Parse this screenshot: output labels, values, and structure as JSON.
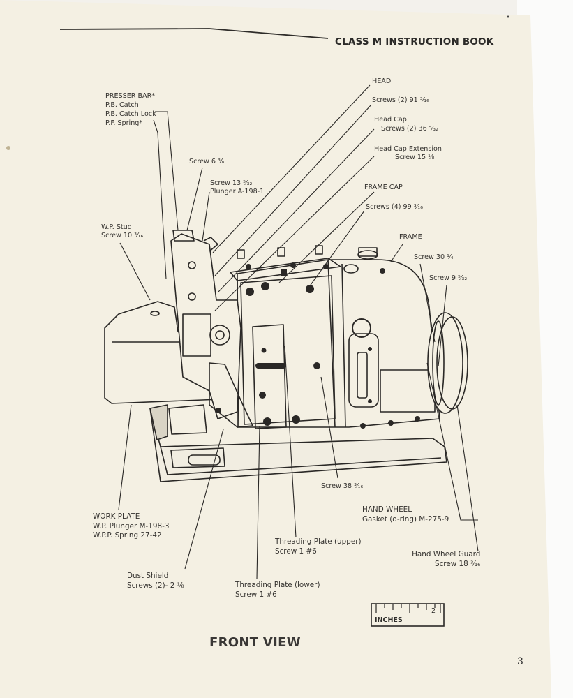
{
  "header": {
    "title": "CLASS M INSTRUCTION BOOK"
  },
  "labels": {
    "presser_bar": [
      "PRESSER BAR*",
      "P.B. Catch",
      "P.B. Catch Lock",
      "P.F. Spring*"
    ],
    "head": "HEAD",
    "head_screws": "Screws (2) 91 ³⁄₁₆",
    "head_cap": "Head Cap",
    "head_cap_screws": "Screws (2) 36 ⁵⁄₃₂",
    "head_cap_ext": "Head Cap Extension",
    "head_cap_ext_screw": "Screw 15 ¹⁄₈",
    "screw_6": "Screw 6 ³⁄₈",
    "screw_13": "Screw 13 ⁵⁄₃₂",
    "plunger": "Plunger A-198-1",
    "frame_cap": "FRAME CAP",
    "frame_cap_screws": "Screws (4) 99 ³⁄₁₆",
    "wp_stud": "W.P. Stud",
    "wp_stud_screw": "Screw 10 ³⁄₁₆",
    "frame": "FRAME",
    "screw_30": "Screw 30 ¹⁄₄",
    "screw_9": "Screw 9 ⁵⁄₃₂",
    "screw_38": "Screw 38 ³⁄₁₆",
    "work_plate": [
      "WORK PLATE",
      "W.P. Plunger M-198-3",
      "W.P.P. Spring 27-42"
    ],
    "hand_wheel": [
      "HAND WHEEL",
      "Gasket (o-ring) M-275-9"
    ],
    "threading_upper": [
      "Threading Plate (upper)",
      "Screw 1 #6"
    ],
    "hand_wheel_guard": [
      "Hand Wheel Guard",
      "Screw 18 ³⁄₁₆"
    ],
    "dust_shield": [
      "Dust Shield",
      "Screws (2)- 2 ¹⁄₈"
    ],
    "threading_lower": [
      "Threading Plate (lower)",
      "Screw 1 #6"
    ]
  },
  "ruler": {
    "unit": "INCHES",
    "mark": "2"
  },
  "footer": {
    "view_title": "FRONT VIEW",
    "page_number": "3"
  },
  "colors": {
    "paper": "#f3f1ec",
    "ink": "#33312e"
  }
}
